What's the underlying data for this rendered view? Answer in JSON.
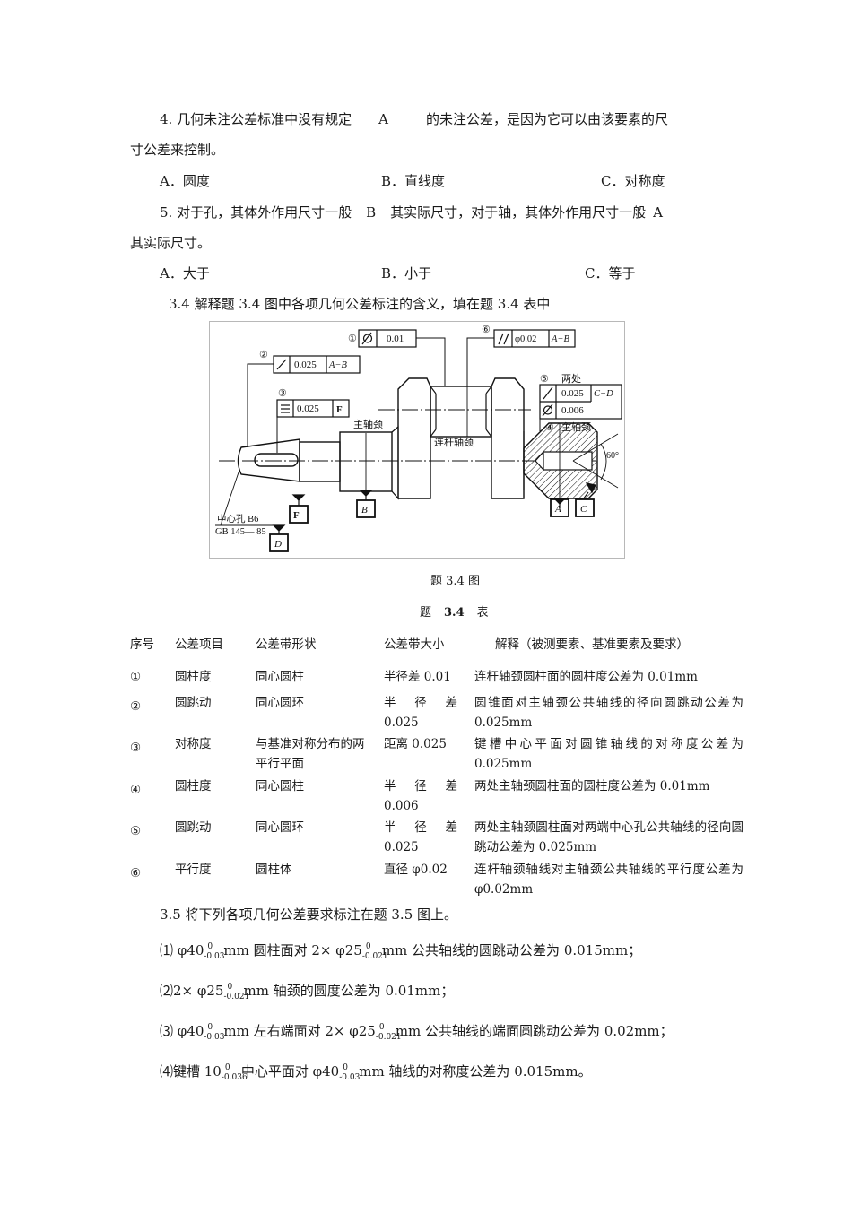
{
  "questions": {
    "q4": {
      "line1_a": "4. 几何未注公差标准中没有规定",
      "answer": "A",
      "line1_b": "的未注公差，是因为它可以由该要素的尺",
      "line2": "寸公差来控制。",
      "options": [
        "A．圆度",
        "B．直线度",
        "C．对称度"
      ]
    },
    "q5": {
      "line1_a": "5. 对于孔，其体外作用尺寸一般",
      "answer1": "B",
      "line1_b": "其实际尺寸，对于轴，其体外作用尺寸一般",
      "answer2": "A",
      "line2": "其实际尺寸。",
      "options": [
        "A．大于",
        "B．小于",
        "C．等于"
      ]
    },
    "s34_title": "3.4  解释题 3.4 图中各项几何公差标注的含义，填在题 3.4 表中"
  },
  "figure": {
    "caption": "题 3.4 图",
    "frames": {
      "f1": {
        "num": "①",
        "symbol": "cylindricity",
        "value": "0.01"
      },
      "f2": {
        "num": "②",
        "symbol": "circular-runout",
        "value": "0.025",
        "datum": "A−B"
      },
      "f3": {
        "num": "③",
        "symbol": "symmetry",
        "value": "0.025",
        "datum": "F"
      },
      "f6": {
        "num": "⑥",
        "symbol": "parallelism",
        "value": "φ0.02",
        "datum": "A−B"
      },
      "f5": {
        "num": "⑤",
        "note": "两处",
        "symbol": "circular-runout",
        "value": "0.025",
        "datum": "C−D"
      },
      "f4": {
        "num": "④",
        "note": "主轴颈",
        "symbol": "cylindricity",
        "value": "0.006"
      }
    },
    "labels": {
      "main_journal": "主轴颈",
      "crank_pin": "连杆轴颈",
      "center_hole_1": "中心孔 B6",
      "center_hole_2": "GB 145— 85",
      "angle": "60°"
    },
    "datums": [
      "F",
      "B",
      "D",
      "A",
      "C"
    ]
  },
  "table": {
    "caption_pre": "题",
    "caption_num": "3.4",
    "caption_post": "表",
    "headers": [
      "序号",
      "公差项目",
      "公差带形状",
      "公差带大小",
      "解释（被测要素、基准要素及要求）"
    ],
    "rows": [
      {
        "no": "①",
        "item": "圆柱度",
        "shape": "同心圆柱",
        "size": "半径差 0.01",
        "size_split": false,
        "explain": "连杆轴颈圆柱面的圆柱度公差为 0.01mm"
      },
      {
        "no": "②",
        "item": "圆跳动",
        "shape": "同心圆环",
        "size_a": [
          "半",
          "径",
          "差"
        ],
        "size_b": "0.025",
        "size_split": true,
        "explain": "圆锥面对主轴颈公共轴线的径向圆跳动公差为 0.025mm"
      },
      {
        "no": "③",
        "item": "对称度",
        "shape": "与基准对称分布的两平行平面",
        "size": "距离 0.025",
        "size_split": false,
        "explain": "键槽中心平面对圆锥轴线的对称度公差为 0.025mm"
      },
      {
        "no": "④",
        "item": "圆柱度",
        "shape": "同心圆柱",
        "size_a": [
          "半",
          "径",
          "差"
        ],
        "size_b": "0.006",
        "size_split": true,
        "explain": "两处主轴颈圆柱面的圆柱度公差为 0.01mm"
      },
      {
        "no": "⑤",
        "item": "圆跳动",
        "shape": "同心圆环",
        "size_a": [
          "半",
          "径",
          "差"
        ],
        "size_b": "0.025",
        "size_split": true,
        "explain": "两处主轴颈圆柱面对两端中心孔公共轴线的径向圆跳动公差为 0.025mm"
      },
      {
        "no": "⑥",
        "item": "平行度",
        "shape": "圆柱体",
        "size": "直径 φ0.02",
        "size_split": false,
        "explain": "连杆轴颈轴线对主轴颈公共轴线的平行度公差为 φ0.02mm"
      }
    ]
  },
  "s35": {
    "title": "3.5  将下列各项几何公差要求标注在题 3.5 图上。",
    "items": [
      {
        "pre": "⑴ φ40",
        "tol1_up": "0",
        "tol1_dn": "-0.03",
        "mid": "mm 圆柱面对 2× φ25",
        "tol2_up": "0",
        "tol2_dn": "-0.021",
        "post": "mm 公共轴线的圆跳动公差为 0.015mm；"
      },
      {
        "pre": "⑵2× φ25",
        "tol1_up": "0",
        "tol1_dn": "-0.021",
        "post": "mm 轴颈的圆度公差为 0.01mm；"
      },
      {
        "pre": "⑶ φ40",
        "tol1_up": "0",
        "tol1_dn": "-0.03",
        "mid": "mm 左右端面对 2× φ25",
        "tol2_up": "0",
        "tol2_dn": "-0.021",
        "post": "mm 公共轴线的端面圆跳动公差为 0.02mm；"
      },
      {
        "pre": "⑷键槽 10",
        "tol1_up": "0",
        "tol1_dn": "-0.036",
        "mid": "中心平面对 φ40",
        "tol2_up": "0",
        "tol2_dn": "-0.03",
        "post": "mm 轴线的对称度公差为 0.015mm。"
      }
    ]
  }
}
